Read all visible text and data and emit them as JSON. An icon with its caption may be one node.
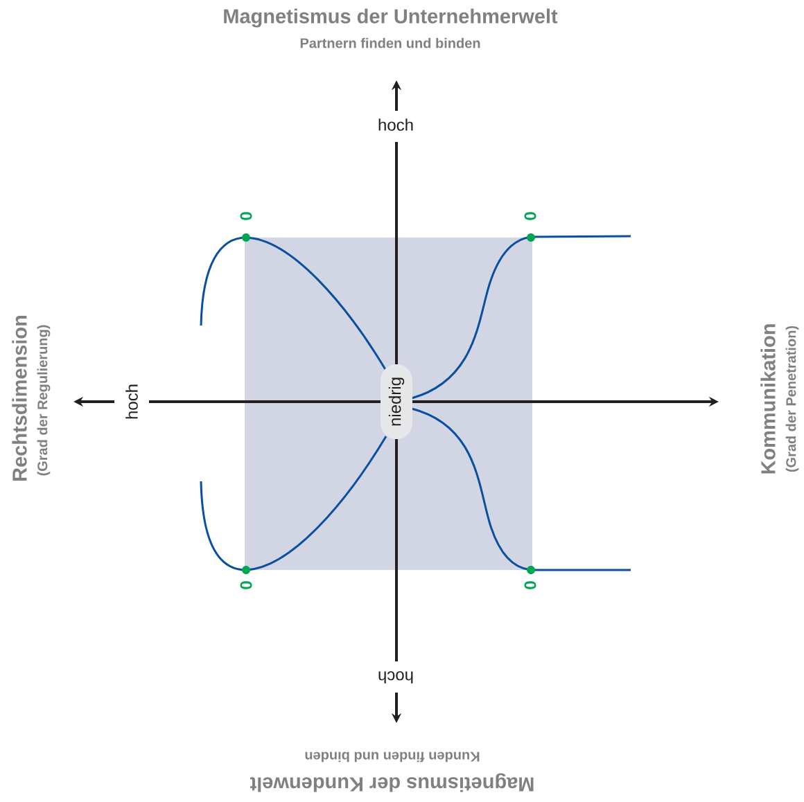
{
  "diagram": {
    "nodes": [
      {
        "text": [
          "niedrig"
        ]
      }
    ],
    "labels": [
      "Magnetismus der Unternehmerwelt",
      "Partnern finden und binden",
      "hoch",
      "Rechtsdimension",
      "(Grad der Regulierung)",
      "hoch",
      "0",
      "0",
      "Kommunikation",
      "(Grad der Penetration)",
      "0",
      "0",
      "hoch",
      "Kunden finden und binden",
      "Magnetismus der Kundenwelt"
    ]
  }
}
